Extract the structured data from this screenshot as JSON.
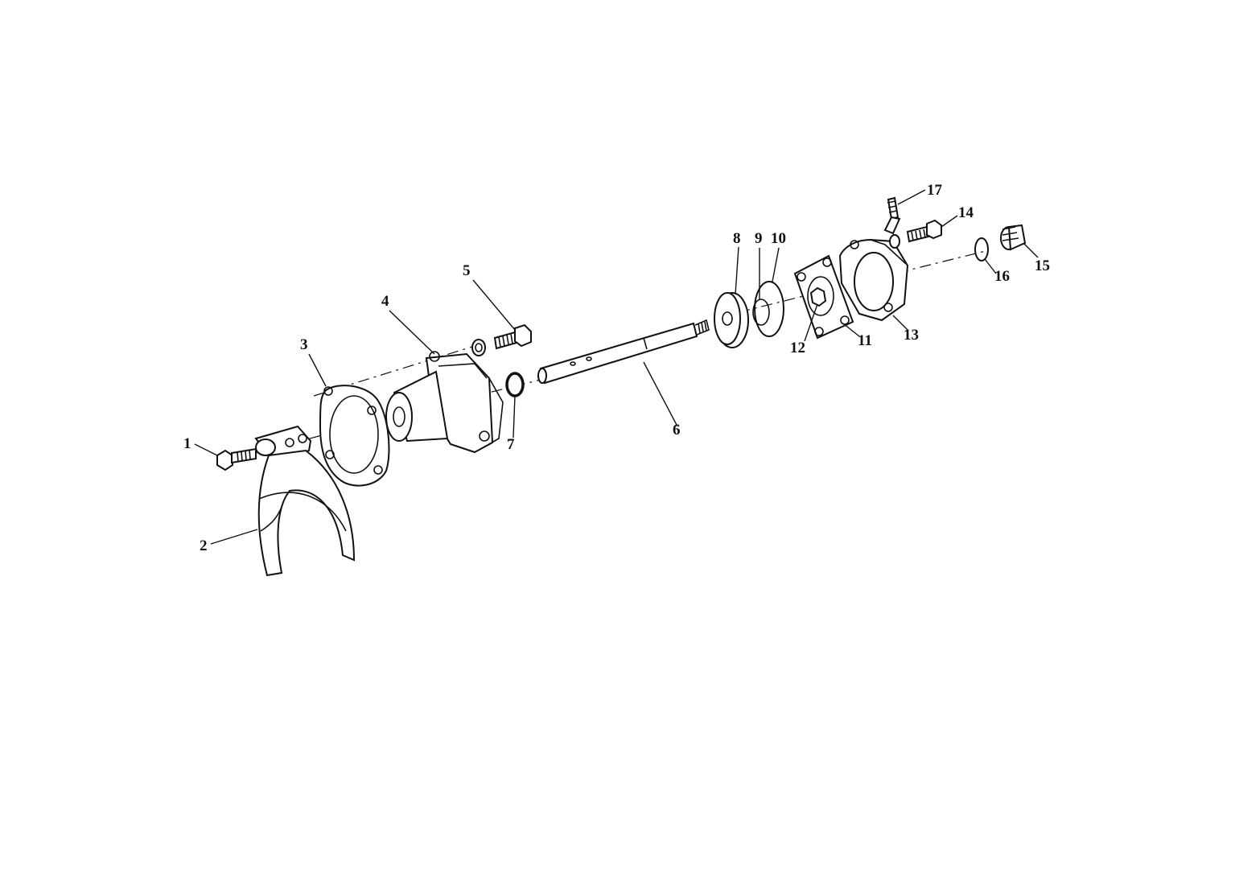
{
  "callouts": [
    {
      "id": "1",
      "label": "1"
    },
    {
      "id": "2",
      "label": "2"
    },
    {
      "id": "3",
      "label": "3"
    },
    {
      "id": "4",
      "label": "4"
    },
    {
      "id": "5",
      "label": "5"
    },
    {
      "id": "6",
      "label": "6"
    },
    {
      "id": "7",
      "label": "7"
    },
    {
      "id": "8",
      "label": "8"
    },
    {
      "id": "9",
      "label": "9"
    },
    {
      "id": "10",
      "label": "10"
    },
    {
      "id": "11",
      "label": "11"
    },
    {
      "id": "12",
      "label": "12"
    },
    {
      "id": "13",
      "label": "13"
    },
    {
      "id": "14",
      "label": "14"
    },
    {
      "id": "15",
      "label": "15"
    },
    {
      "id": "16",
      "label": "16"
    },
    {
      "id": "17",
      "label": "17"
    }
  ],
  "colors": {
    "line": "#111111",
    "background": "#ffffff"
  }
}
